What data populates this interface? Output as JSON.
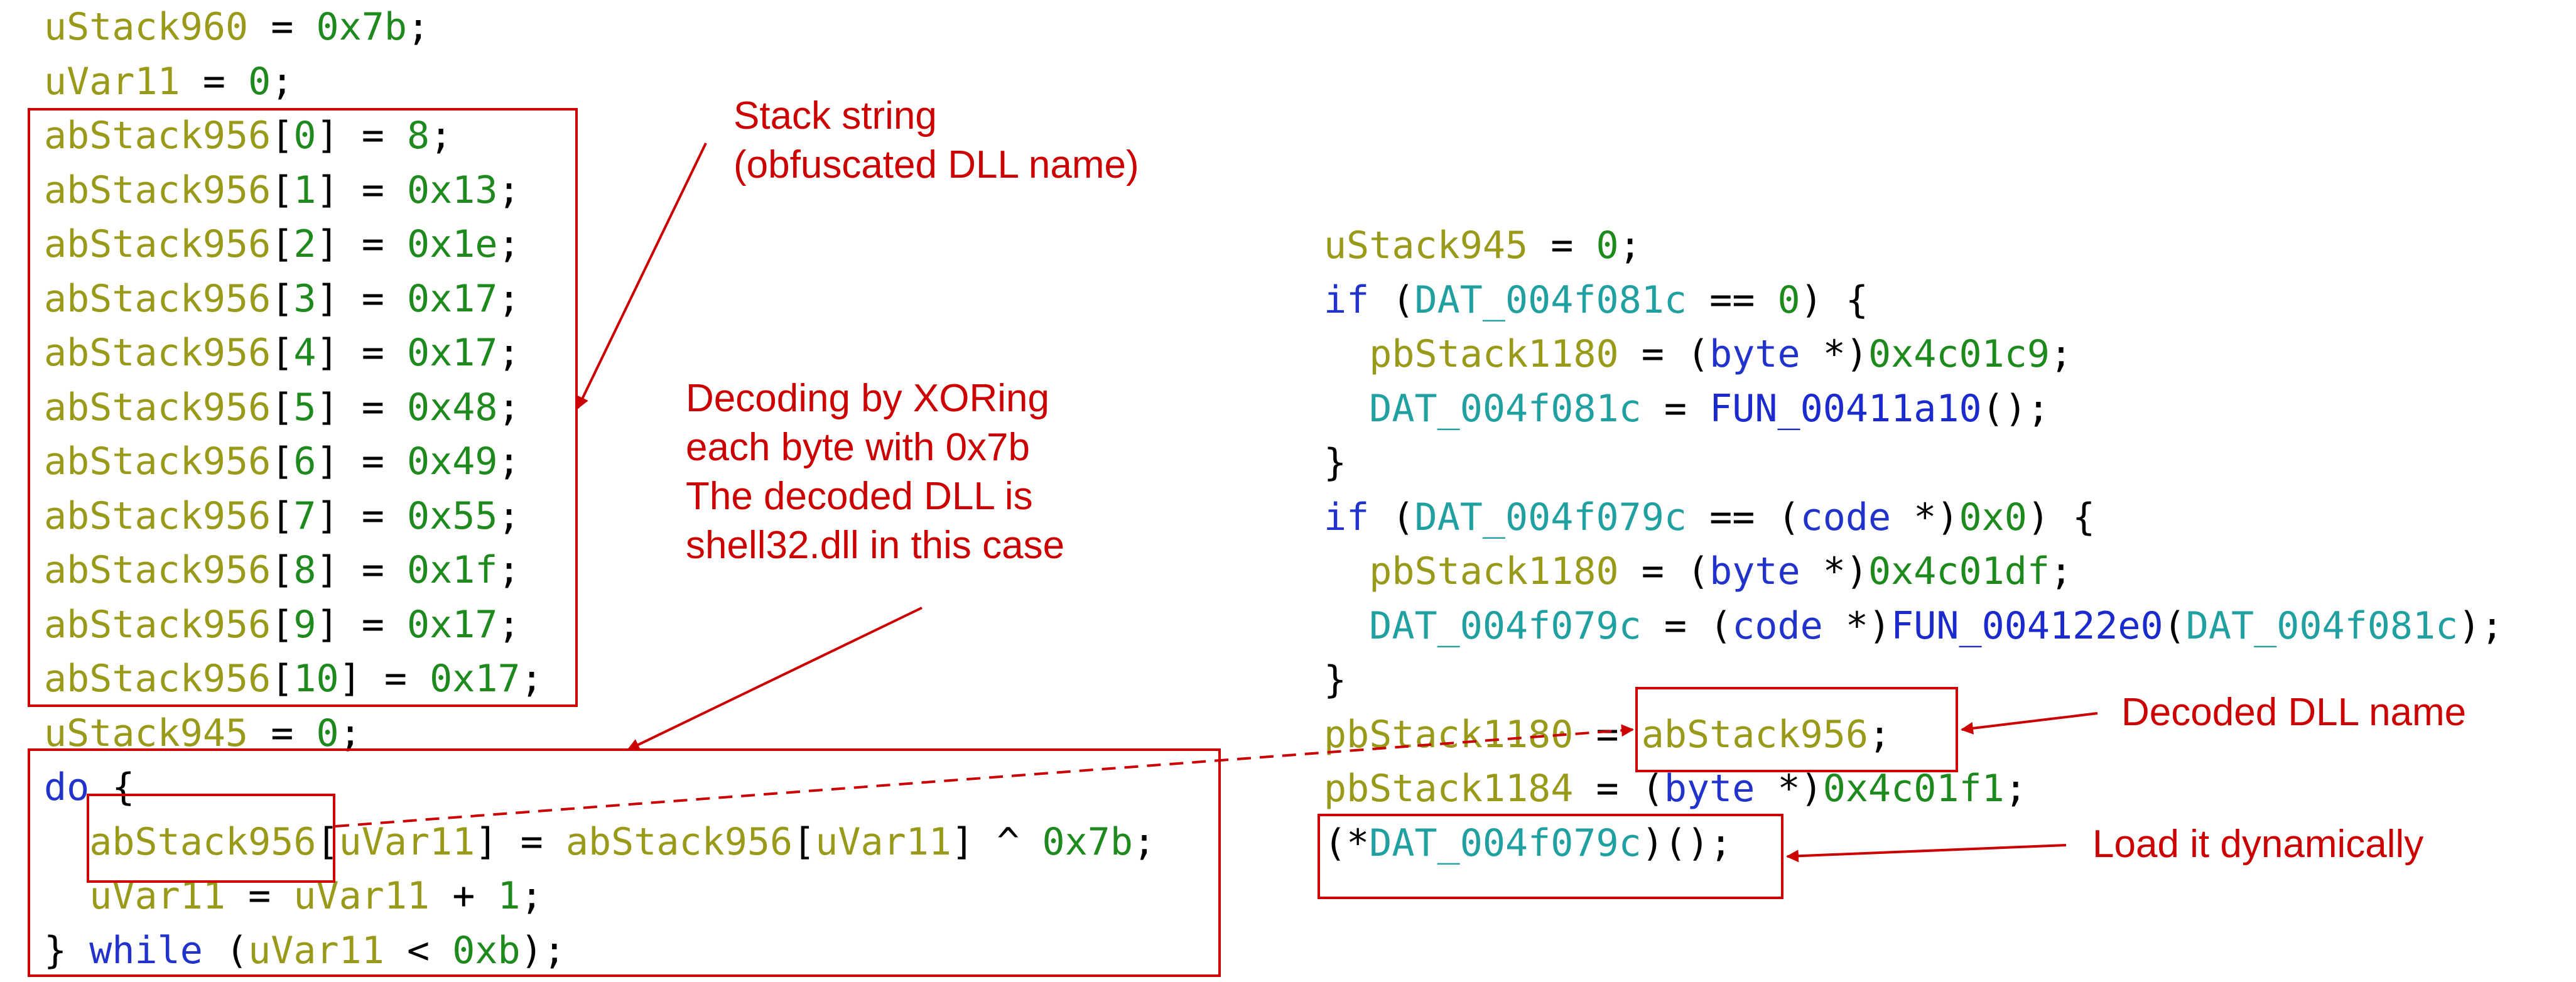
{
  "left_code": [
    [
      {
        "t": "uStack960",
        "c": "id"
      },
      {
        "t": " = ",
        "c": "p"
      },
      {
        "t": "0x7b",
        "c": "num"
      },
      {
        "t": ";",
        "c": "p"
      }
    ],
    [
      {
        "t": "uVar11",
        "c": "id"
      },
      {
        "t": " = ",
        "c": "p"
      },
      {
        "t": "0",
        "c": "num"
      },
      {
        "t": ";",
        "c": "p"
      }
    ],
    [
      {
        "t": "abStack956",
        "c": "id"
      },
      {
        "t": "[",
        "c": "p"
      },
      {
        "t": "0",
        "c": "num"
      },
      {
        "t": "] = ",
        "c": "p"
      },
      {
        "t": "8",
        "c": "num"
      },
      {
        "t": ";",
        "c": "p"
      }
    ],
    [
      {
        "t": "abStack956",
        "c": "id"
      },
      {
        "t": "[",
        "c": "p"
      },
      {
        "t": "1",
        "c": "num"
      },
      {
        "t": "] = ",
        "c": "p"
      },
      {
        "t": "0x13",
        "c": "num"
      },
      {
        "t": ";",
        "c": "p"
      }
    ],
    [
      {
        "t": "abStack956",
        "c": "id"
      },
      {
        "t": "[",
        "c": "p"
      },
      {
        "t": "2",
        "c": "num"
      },
      {
        "t": "] = ",
        "c": "p"
      },
      {
        "t": "0x1e",
        "c": "num"
      },
      {
        "t": ";",
        "c": "p"
      }
    ],
    [
      {
        "t": "abStack956",
        "c": "id"
      },
      {
        "t": "[",
        "c": "p"
      },
      {
        "t": "3",
        "c": "num"
      },
      {
        "t": "] = ",
        "c": "p"
      },
      {
        "t": "0x17",
        "c": "num"
      },
      {
        "t": ";",
        "c": "p"
      }
    ],
    [
      {
        "t": "abStack956",
        "c": "id"
      },
      {
        "t": "[",
        "c": "p"
      },
      {
        "t": "4",
        "c": "num"
      },
      {
        "t": "] = ",
        "c": "p"
      },
      {
        "t": "0x17",
        "c": "num"
      },
      {
        "t": ";",
        "c": "p"
      }
    ],
    [
      {
        "t": "abStack956",
        "c": "id"
      },
      {
        "t": "[",
        "c": "p"
      },
      {
        "t": "5",
        "c": "num"
      },
      {
        "t": "] = ",
        "c": "p"
      },
      {
        "t": "0x48",
        "c": "num"
      },
      {
        "t": ";",
        "c": "p"
      }
    ],
    [
      {
        "t": "abStack956",
        "c": "id"
      },
      {
        "t": "[",
        "c": "p"
      },
      {
        "t": "6",
        "c": "num"
      },
      {
        "t": "] = ",
        "c": "p"
      },
      {
        "t": "0x49",
        "c": "num"
      },
      {
        "t": ";",
        "c": "p"
      }
    ],
    [
      {
        "t": "abStack956",
        "c": "id"
      },
      {
        "t": "[",
        "c": "p"
      },
      {
        "t": "7",
        "c": "num"
      },
      {
        "t": "] = ",
        "c": "p"
      },
      {
        "t": "0x55",
        "c": "num"
      },
      {
        "t": ";",
        "c": "p"
      }
    ],
    [
      {
        "t": "abStack956",
        "c": "id"
      },
      {
        "t": "[",
        "c": "p"
      },
      {
        "t": "8",
        "c": "num"
      },
      {
        "t": "] = ",
        "c": "p"
      },
      {
        "t": "0x1f",
        "c": "num"
      },
      {
        "t": ";",
        "c": "p"
      }
    ],
    [
      {
        "t": "abStack956",
        "c": "id"
      },
      {
        "t": "[",
        "c": "p"
      },
      {
        "t": "9",
        "c": "num"
      },
      {
        "t": "] = ",
        "c": "p"
      },
      {
        "t": "0x17",
        "c": "num"
      },
      {
        "t": ";",
        "c": "p"
      }
    ],
    [
      {
        "t": "abStack956",
        "c": "id"
      },
      {
        "t": "[",
        "c": "p"
      },
      {
        "t": "10",
        "c": "num"
      },
      {
        "t": "] = ",
        "c": "p"
      },
      {
        "t": "0x17",
        "c": "num"
      },
      {
        "t": ";",
        "c": "p"
      }
    ],
    [
      {
        "t": "uStack945",
        "c": "id"
      },
      {
        "t": " = ",
        "c": "p"
      },
      {
        "t": "0",
        "c": "num"
      },
      {
        "t": ";",
        "c": "p"
      }
    ],
    [
      {
        "t": "do",
        "c": "kw"
      },
      {
        "t": " {",
        "c": "p"
      }
    ],
    [
      {
        "t": "  ",
        "c": "p"
      },
      {
        "t": "abStack956",
        "c": "id"
      },
      {
        "t": "[",
        "c": "p"
      },
      {
        "t": "uVar11",
        "c": "id"
      },
      {
        "t": "] = ",
        "c": "p"
      },
      {
        "t": "abStack956",
        "c": "id"
      },
      {
        "t": "[",
        "c": "p"
      },
      {
        "t": "uVar11",
        "c": "id"
      },
      {
        "t": "] ^ ",
        "c": "p"
      },
      {
        "t": "0x7b",
        "c": "num"
      },
      {
        "t": ";",
        "c": "p"
      }
    ],
    [
      {
        "t": "  ",
        "c": "p"
      },
      {
        "t": "uVar11",
        "c": "id"
      },
      {
        "t": " = ",
        "c": "p"
      },
      {
        "t": "uVar11",
        "c": "id"
      },
      {
        "t": " + ",
        "c": "p"
      },
      {
        "t": "1",
        "c": "num"
      },
      {
        "t": ";",
        "c": "p"
      }
    ],
    [
      {
        "t": "} ",
        "c": "p"
      },
      {
        "t": "while",
        "c": "kw"
      },
      {
        "t": " (",
        "c": "p"
      },
      {
        "t": "uVar11",
        "c": "id"
      },
      {
        "t": " < ",
        "c": "p"
      },
      {
        "t": "0xb",
        "c": "num"
      },
      {
        "t": ");",
        "c": "p"
      }
    ]
  ],
  "right_code": [
    [
      {
        "t": "uStack945",
        "c": "id"
      },
      {
        "t": " = ",
        "c": "p"
      },
      {
        "t": "0",
        "c": "num"
      },
      {
        "t": ";",
        "c": "p"
      }
    ],
    [
      {
        "t": "if",
        "c": "kw"
      },
      {
        "t": " (",
        "c": "p"
      },
      {
        "t": "DAT_004f081c",
        "c": "dat"
      },
      {
        "t": " == ",
        "c": "p"
      },
      {
        "t": "0",
        "c": "num"
      },
      {
        "t": ") {",
        "c": "p"
      }
    ],
    [
      {
        "t": "  ",
        "c": "p"
      },
      {
        "t": "pbStack1180",
        "c": "id"
      },
      {
        "t": " = (",
        "c": "p"
      },
      {
        "t": "byte",
        "c": "kw"
      },
      {
        "t": " *)",
        "c": "p"
      },
      {
        "t": "0x4c01c9",
        "c": "num"
      },
      {
        "t": ";",
        "c": "p"
      }
    ],
    [
      {
        "t": "  ",
        "c": "p"
      },
      {
        "t": "DAT_004f081c",
        "c": "dat"
      },
      {
        "t": " = ",
        "c": "p"
      },
      {
        "t": "FUN_00411a10",
        "c": "fn"
      },
      {
        "t": "();",
        "c": "p"
      }
    ],
    [
      {
        "t": "}",
        "c": "p"
      }
    ],
    [
      {
        "t": "if",
        "c": "kw"
      },
      {
        "t": " (",
        "c": "p"
      },
      {
        "t": "DAT_004f079c",
        "c": "dat"
      },
      {
        "t": " == (",
        "c": "p"
      },
      {
        "t": "code",
        "c": "kw"
      },
      {
        "t": " *)",
        "c": "p"
      },
      {
        "t": "0x0",
        "c": "num"
      },
      {
        "t": ") {",
        "c": "p"
      }
    ],
    [
      {
        "t": "  ",
        "c": "p"
      },
      {
        "t": "pbStack1180",
        "c": "id"
      },
      {
        "t": " = (",
        "c": "p"
      },
      {
        "t": "byte",
        "c": "kw"
      },
      {
        "t": " *)",
        "c": "p"
      },
      {
        "t": "0x4c01df",
        "c": "num"
      },
      {
        "t": ";",
        "c": "p"
      }
    ],
    [
      {
        "t": "  ",
        "c": "p"
      },
      {
        "t": "DAT_004f079c",
        "c": "dat"
      },
      {
        "t": " = (",
        "c": "p"
      },
      {
        "t": "code",
        "c": "kw"
      },
      {
        "t": " *)",
        "c": "p"
      },
      {
        "t": "FUN_004122e0",
        "c": "fn"
      },
      {
        "t": "(",
        "c": "p"
      },
      {
        "t": "DAT_004f081c",
        "c": "dat"
      },
      {
        "t": ");",
        "c": "p"
      }
    ],
    [
      {
        "t": "}",
        "c": "p"
      }
    ],
    [
      {
        "t": "pbStack1180",
        "c": "id"
      },
      {
        "t": " = ",
        "c": "p"
      },
      {
        "t": "abStack956",
        "c": "id"
      },
      {
        "t": ";",
        "c": "p"
      }
    ],
    [
      {
        "t": "pbStack1184",
        "c": "id"
      },
      {
        "t": " = (",
        "c": "p"
      },
      {
        "t": "byte",
        "c": "kw"
      },
      {
        "t": " *)",
        "c": "p"
      },
      {
        "t": "0x4c01f1",
        "c": "num"
      },
      {
        "t": ";",
        "c": "p"
      }
    ],
    [
      {
        "t": "(*",
        "c": "p"
      },
      {
        "t": "DAT_004f079c",
        "c": "dat"
      },
      {
        "t": ")();",
        "c": "p"
      }
    ]
  ],
  "annotations": {
    "stack_string": "Stack string",
    "stack_string_sub": "(obfuscated DLL name)",
    "decoding_1": "Decoding by XORing",
    "decoding_2": "each byte with 0x7b",
    "decoding_3": "The decoded DLL is",
    "decoding_4": "shell32.dll in this case",
    "decoded_dll_name": "Decoded DLL name",
    "load_dynamically": "Load it dynamically"
  },
  "colors": {
    "identifier": "#9a9a1a",
    "number": "#1e8a1e",
    "keyword": "#2233cc",
    "global": "#20a0a0",
    "annotation": "#cc0000"
  }
}
